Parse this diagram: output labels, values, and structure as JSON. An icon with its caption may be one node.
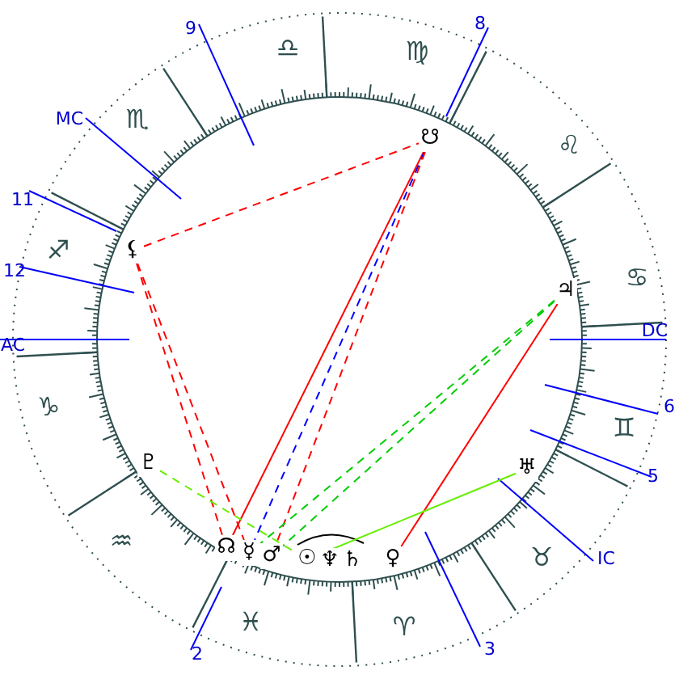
{
  "diagram": {
    "nodes": [
      {
        "text": [
          "☋"
        ]
      },
      {
        "text": [
          "⚸"
        ]
      },
      {
        "text": [
          "♃"
        ]
      },
      {
        "text": [
          "♇"
        ]
      },
      {
        "text": [
          "♅"
        ]
      },
      {
        "text": [
          "☊"
        ]
      },
      {
        "text": [
          "☿"
        ]
      },
      {
        "text": [
          "♂"
        ]
      },
      {
        "text": [
          "☉"
        ]
      },
      {
        "text": [
          "♆"
        ]
      },
      {
        "text": [
          "♄"
        ]
      },
      {
        "text": [
          "♀"
        ]
      }
    ],
    "edges": [
      {
        "from": 1,
        "to": 0,
        "arrow": "none",
        "style": "dashed"
      },
      {
        "from": 1,
        "to": 5,
        "arrow": "none",
        "style": "dashed"
      },
      {
        "from": 1,
        "to": 6,
        "arrow": "none",
        "style": "dashed"
      },
      {
        "from": 0,
        "to": 5,
        "arrow": "none"
      },
      {
        "from": 0,
        "to": 6,
        "arrow": "none",
        "style": "dashed",
        "color": "#0000ff"
      },
      {
        "from": 0,
        "to": 7,
        "arrow": "none",
        "style": "dashed"
      },
      {
        "from": 2,
        "to": 6,
        "arrow": "none",
        "style": "dashed",
        "color": "#00cc00"
      },
      {
        "from": 2,
        "to": 7,
        "arrow": "none",
        "style": "dashed",
        "color": "#00cc00"
      },
      {
        "from": 2,
        "to": 11,
        "arrow": "none"
      },
      {
        "from": 3,
        "to": 8,
        "arrow": "none",
        "style": "dashed",
        "color": "#66ee00"
      },
      {
        "from": 4,
        "to": 8,
        "arrow": "none",
        "color": "#66ee00"
      }
    ],
    "labels": [
      "8",
      "9",
      "♎",
      "♍",
      "MC",
      "♏",
      "♌",
      "11",
      "♐",
      "12",
      "♋",
      "DC",
      "AC",
      "♑",
      "6",
      "♊",
      "5",
      "♒",
      "♉",
      "IC",
      "♈",
      "♓",
      "3",
      "2"
    ]
  }
}
